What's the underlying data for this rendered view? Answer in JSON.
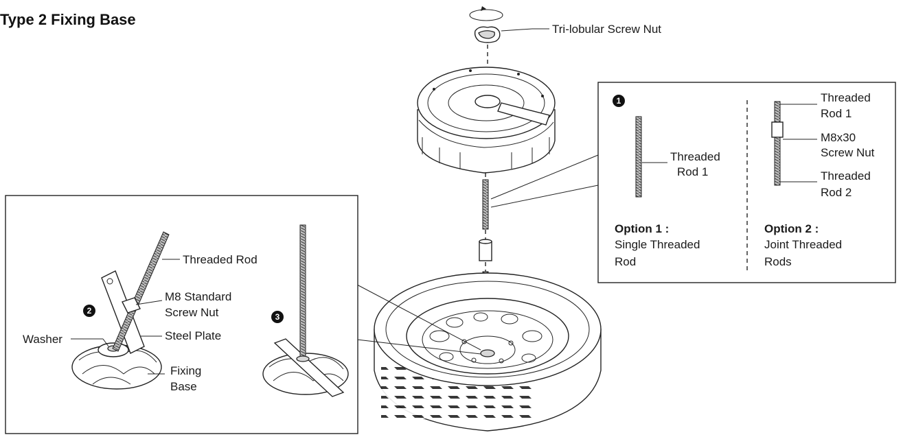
{
  "title": "Type 2 Fixing Base",
  "labels": {
    "tri_lobular_nut": "Tri-lobular Screw Nut",
    "threaded_rod_opt1_l1": "Threaded",
    "threaded_rod_opt1_l2": "Rod 1",
    "threaded_rod1_l1": "Threaded",
    "threaded_rod1_l2": "Rod 1",
    "m8x30_l1": "M8x30",
    "m8x30_l2": "Screw Nut",
    "threaded_rod2_l1": "Threaded",
    "threaded_rod2_l2": "Rod 2",
    "threaded_rod": "Threaded Rod",
    "m8_standard_l1": "M8 Standard",
    "m8_standard_l2": "Screw Nut",
    "washer": "Washer",
    "steel_plate": "Steel Plate",
    "fixing_base_l1": "Fixing",
    "fixing_base_l2": "Base"
  },
  "options": {
    "option1_title": "Option 1 :",
    "option1_l1": "Single Threaded",
    "option1_l2": "Rod",
    "option2_title": "Option 2 :",
    "option2_l1": "Joint Threaded",
    "option2_l2": "Rods"
  },
  "steps": {
    "one": "1",
    "two": "2",
    "three": "3"
  }
}
